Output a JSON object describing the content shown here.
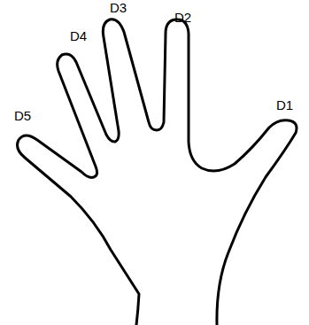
{
  "diagram": {
    "labels": [
      "D3",
      "D2",
      "D4",
      "D5",
      "D1"
    ]
  }
}
